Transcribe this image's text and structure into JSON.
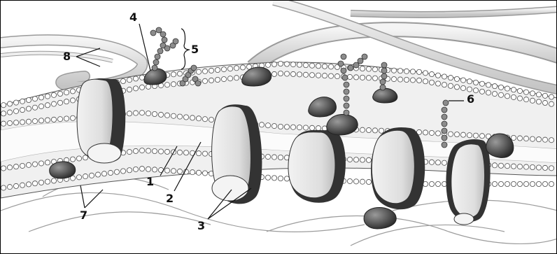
{
  "diagram": {
    "labels": {
      "l1": "1",
      "l2": "2",
      "l3": "3",
      "l4": "4",
      "l5": "5",
      "l6": "6",
      "l7": "7",
      "l8": "8"
    },
    "colors": {
      "fiber": "#d6d6d6",
      "fiber_edge": "#9a9a9a",
      "lipid_head": "#ffffff",
      "lipid_edge": "#4a4a4a",
      "protein_fill": "#e9e9e9",
      "protein_dark": "#2f2f2f",
      "sugar_bead": "#8c8c8c",
      "cholesterol": "#c8c8c8",
      "filament": "#9c9c9c"
    },
    "icons": [
      "integral-protein-icon",
      "peripheral-protein-icon",
      "glycan-chain-icon",
      "phospholipid-head-icon"
    ]
  }
}
